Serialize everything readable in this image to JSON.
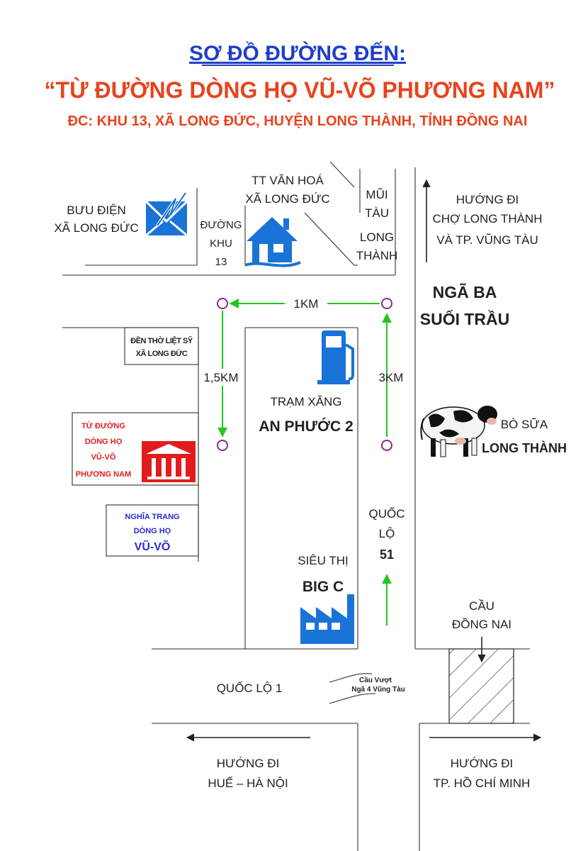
{
  "header": {
    "title": "SƠ ĐỒ ĐƯỜNG ĐẾN:",
    "subtitle": "“TỪ ĐƯỜNG DÒNG HỌ VŨ-VÕ PHƯƠNG NAM”",
    "address": "ĐC: KHU 13, XÃ LONG ĐỨC, HUYỆN LONG THÀNH, TỈNH ĐỒNG NAI"
  },
  "places": {
    "post_office": [
      "BƯU ĐIỆN",
      "XÃ LONG ĐỨC"
    ],
    "culture_center": [
      "TT VĂN HOÁ",
      "XÃ LONG ĐỨC"
    ],
    "road_khu13": [
      "ĐƯỜNG",
      "KHU",
      "13"
    ],
    "mui_tau": [
      "MŨI",
      "TÀU",
      "LONG",
      "THÀNH"
    ],
    "direction_north": [
      "HƯỚNG ĐI",
      "CHỢ LONG THÀNH",
      "VÀ TP. VŨNG TÀU"
    ],
    "junction": [
      "NGÃ BA",
      "SUỐI TRẦU"
    ],
    "distance_1": "1KM",
    "memorial": [
      "ĐỀN THỜ LIỆT SỸ",
      "XÃ LONG ĐỨC"
    ],
    "distance_15": "1,5KM",
    "distance_3": "3KM",
    "gas_station": [
      "TRẠM XĂNG",
      "AN PHƯỚC 2"
    ],
    "temple": [
      "TỪ ĐƯỜNG",
      "DÒNG HỌ",
      "VŨ-VÕ",
      "PHƯƠNG NAM"
    ],
    "dairy": [
      "BÒ SỮA",
      "LONG THÀNH"
    ],
    "cemetery": [
      "NGHĨA TRANG",
      "DÒNG HỌ",
      "VŨ-VÕ"
    ],
    "ql51": [
      "QUỐC",
      "LỘ",
      "51"
    ],
    "supermarket": [
      "SIÊU THỊ",
      "BIG C"
    ],
    "bridge": [
      "CẦU",
      "ĐỒNG NAI"
    ],
    "ql1": "QUỐC LỘ 1",
    "overpass": [
      "Cầu Vượt",
      "Ngã 4 Vũng Tàu"
    ],
    "direction_west": [
      "HƯỚNG ĐI",
      "HUẾ – HÀ NỘI"
    ],
    "direction_east": [
      "HƯỚNG ĐI",
      "TP. HỒ CHÍ MINH"
    ]
  },
  "colors": {
    "title": "#e8431c",
    "route": "#22c61f",
    "waypoint": "#8a2a8a",
    "icon_blue": "#1a73d6",
    "temple_red": "#e31b1b",
    "cemetery_blue": "#2a2ad6"
  }
}
